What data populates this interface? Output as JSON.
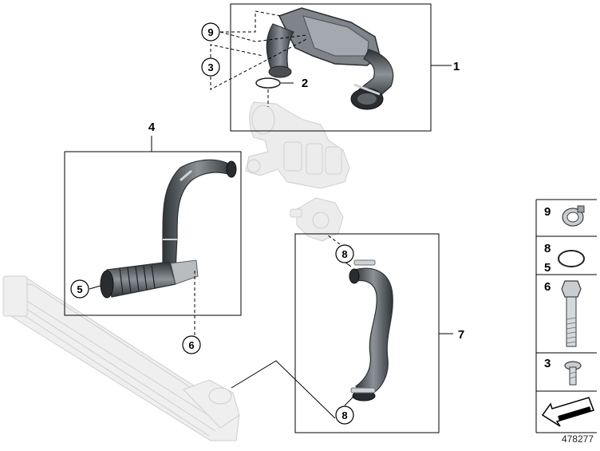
{
  "callouts": {
    "c1": "1",
    "c2": "2",
    "c3": "3",
    "c4": "4",
    "c5": "5",
    "c6": "6",
    "c7": "7",
    "c8a": "8",
    "c8b": "8",
    "c9": "9"
  },
  "legend": {
    "item9": "9",
    "item8": "8",
    "item5": "5",
    "item6": "6",
    "item3": "3"
  },
  "diagram_id": "478277",
  "colors": {
    "hose_dark": "#3a3e42",
    "hose_mid": "#6b7075",
    "hose_light": "#9aa0a5",
    "ghost": "#e6e6e6",
    "ghost_stroke": "#c8c8c8",
    "frame": "#000000"
  }
}
